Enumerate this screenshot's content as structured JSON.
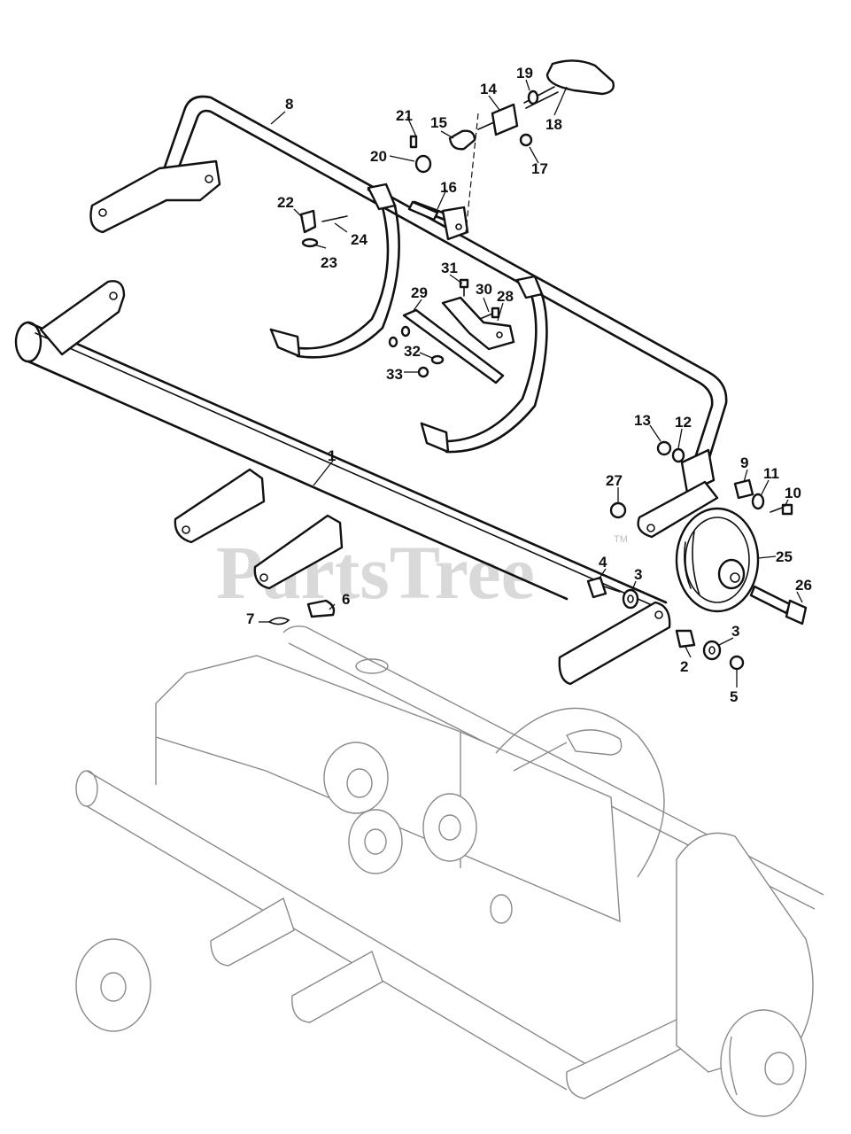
{
  "watermark": {
    "text": "PartsTree",
    "tm": "TM"
  },
  "callouts": [
    {
      "id": "1",
      "label": "1"
    },
    {
      "id": "2",
      "label": "2"
    },
    {
      "id": "3a",
      "label": "3"
    },
    {
      "id": "3b",
      "label": "3"
    },
    {
      "id": "4",
      "label": "4"
    },
    {
      "id": "5",
      "label": "5"
    },
    {
      "id": "6",
      "label": "6"
    },
    {
      "id": "7",
      "label": "7"
    },
    {
      "id": "8",
      "label": "8"
    },
    {
      "id": "9",
      "label": "9"
    },
    {
      "id": "10",
      "label": "10"
    },
    {
      "id": "11",
      "label": "11"
    },
    {
      "id": "12",
      "label": "12"
    },
    {
      "id": "13",
      "label": "13"
    },
    {
      "id": "14",
      "label": "14"
    },
    {
      "id": "15",
      "label": "15"
    },
    {
      "id": "16",
      "label": "16"
    },
    {
      "id": "17",
      "label": "17"
    },
    {
      "id": "18",
      "label": "18"
    },
    {
      "id": "19",
      "label": "19"
    },
    {
      "id": "20",
      "label": "20"
    },
    {
      "id": "21",
      "label": "21"
    },
    {
      "id": "22",
      "label": "22"
    },
    {
      "id": "23",
      "label": "23"
    },
    {
      "id": "24",
      "label": "24"
    },
    {
      "id": "25",
      "label": "25"
    },
    {
      "id": "26",
      "label": "26"
    },
    {
      "id": "27",
      "label": "27"
    },
    {
      "id": "28",
      "label": "28"
    },
    {
      "id": "29",
      "label": "29"
    },
    {
      "id": "30",
      "label": "30"
    },
    {
      "id": "31",
      "label": "31"
    },
    {
      "id": "32",
      "label": "32"
    },
    {
      "id": "33",
      "label": "33"
    }
  ]
}
